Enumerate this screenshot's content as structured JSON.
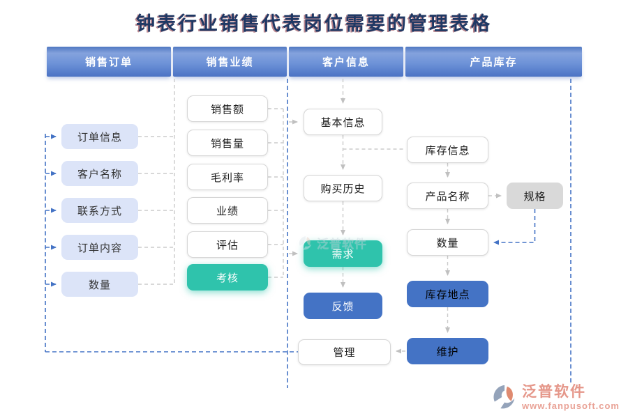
{
  "title": "钟表行业销售代表岗位需要的管理表格",
  "headers": [
    "销售订单",
    "销售业绩",
    "客户信息",
    "产品库存"
  ],
  "nodes": {
    "col1": [
      "订单信息",
      "客户名称",
      "联系方式",
      "订单内容",
      "数量"
    ],
    "col2": [
      "销售额",
      "销售量",
      "毛利率",
      "业绩",
      "评估",
      "考核"
    ],
    "col3": [
      "基本信息",
      "购买历史",
      "需求",
      "反馈",
      "管理"
    ],
    "col4": [
      "库存信息",
      "产品名称",
      "数量",
      "库存地点",
      "维护"
    ],
    "col4_side": "规格"
  },
  "watermark": {
    "brand": "泛普软件"
  },
  "footer": {
    "brand": "泛普软件",
    "url": "www.fanpusoft.com"
  },
  "colors": {
    "header_blue": "#4b73c4",
    "node_periwinkle": "#dce4f8",
    "node_teal": "#2fc3ac",
    "node_blue": "#4473c5",
    "node_gray": "#d9d9d9",
    "title_navy": "#1f3864",
    "logo_salmon": "#e5978a",
    "connector_gray": "#cbcbcb",
    "connector_blue": "#4473c5"
  }
}
